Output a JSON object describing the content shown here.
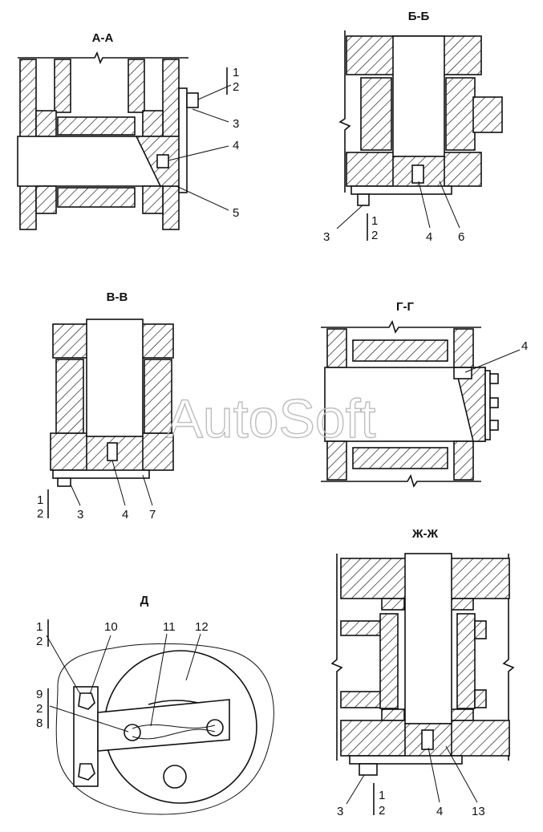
{
  "views": {
    "aa": {
      "title": "А-А",
      "labels": [
        "1",
        "2",
        "3",
        "4",
        "5"
      ]
    },
    "bb": {
      "title": "Б-Б",
      "labels": [
        "3",
        "1",
        "2",
        "4",
        "6"
      ]
    },
    "vv": {
      "title": "В-В",
      "labels": [
        "1",
        "2",
        "3",
        "4",
        "7"
      ]
    },
    "gg": {
      "title": "Г-Г",
      "labels": [
        "4"
      ]
    },
    "d": {
      "title": "Д",
      "labels": [
        "1",
        "2",
        "10",
        "11",
        "12",
        "9",
        "2",
        "8"
      ]
    },
    "zhzh": {
      "title": "Ж-Ж",
      "labels": [
        "3",
        "1",
        "2",
        "4",
        "13"
      ]
    }
  },
  "watermark": "AutoSoft"
}
